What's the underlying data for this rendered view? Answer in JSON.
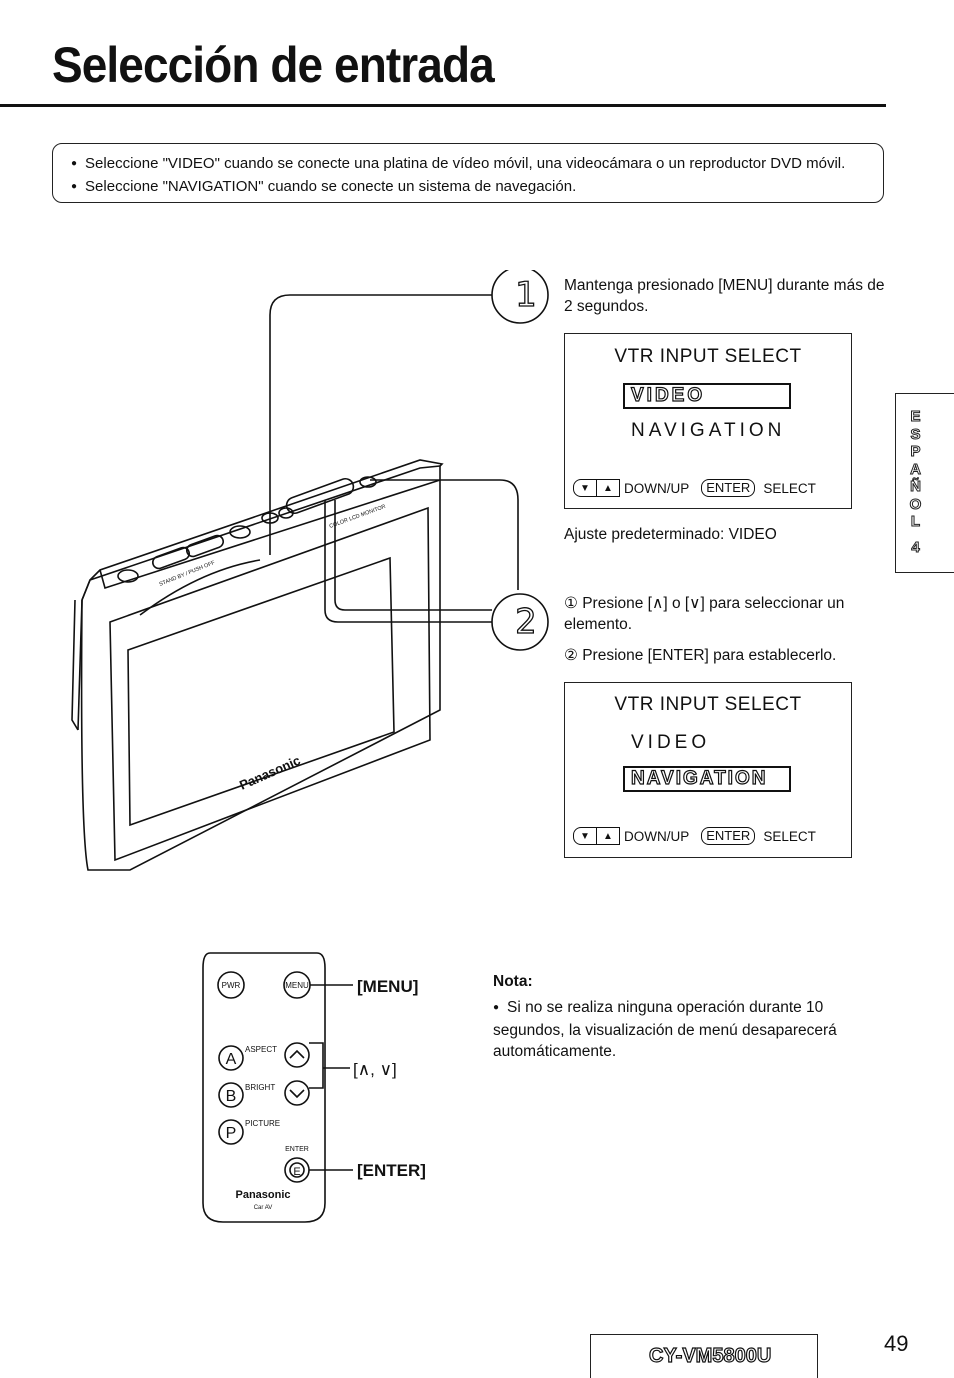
{
  "title": "Selección de entrada",
  "intro": [
    "Seleccione \"VIDEO\" cuando se conecte una platina de vídeo móvil, una videocámara o un reproductor DVD móvil.",
    "Seleccione \"NAVIGATION\" cuando se conecte un sistema de navegación."
  ],
  "steps": {
    "step1_number": "1",
    "step1_text": "Mantenga presionado [MENU] durante más de 2 segundos.",
    "step2_number": "2",
    "step2_items": [
      "① Presione [∧] o [∨] para seleccionar un elemento.",
      "② Presione [ENTER] para establecerlo."
    ]
  },
  "screen1": {
    "header": "VTR INPUT SELECT",
    "selected": "VIDEO",
    "other": "NAVIGATION",
    "down_up": "DOWN/UP",
    "enter": "ENTER",
    "select": "SELECT"
  },
  "default_text": "Ajuste predeterminado: VIDEO",
  "screen2": {
    "header": "VTR INPUT SELECT",
    "other": "VIDEO",
    "selected": "NAVIGATION",
    "down_up": "DOWN/UP",
    "enter": "ENTER",
    "select": "SELECT"
  },
  "monitor": {
    "brand": "Panasonic",
    "top_label": "COLOR LCD MONITOR",
    "stand_label": "STAND BY / PUSH OFF"
  },
  "remote": {
    "pwr": "PWR",
    "menu": "MENU",
    "a": "A",
    "aspect": "ASPECT",
    "b": "B",
    "bright": "BRIGHT",
    "p": "P",
    "picture": "PICTURE",
    "enter_small": "ENTER",
    "e": "E",
    "brand": "Panasonic",
    "sub": "Car AV",
    "callout_menu": "[MENU]",
    "callout_arrows": "[∧, ∨]",
    "callout_enter": "[ENTER]"
  },
  "note": {
    "heading": "Nota:",
    "text": "Si no se realiza ninguna operación durante 10 segundos, la visualización de menú desaparecerá automáticamente."
  },
  "side_tab": [
    "E",
    "S",
    "P",
    "A",
    "Ñ",
    "O",
    "L",
    "4"
  ],
  "model": "CY-VM5800U",
  "page_number": "49"
}
